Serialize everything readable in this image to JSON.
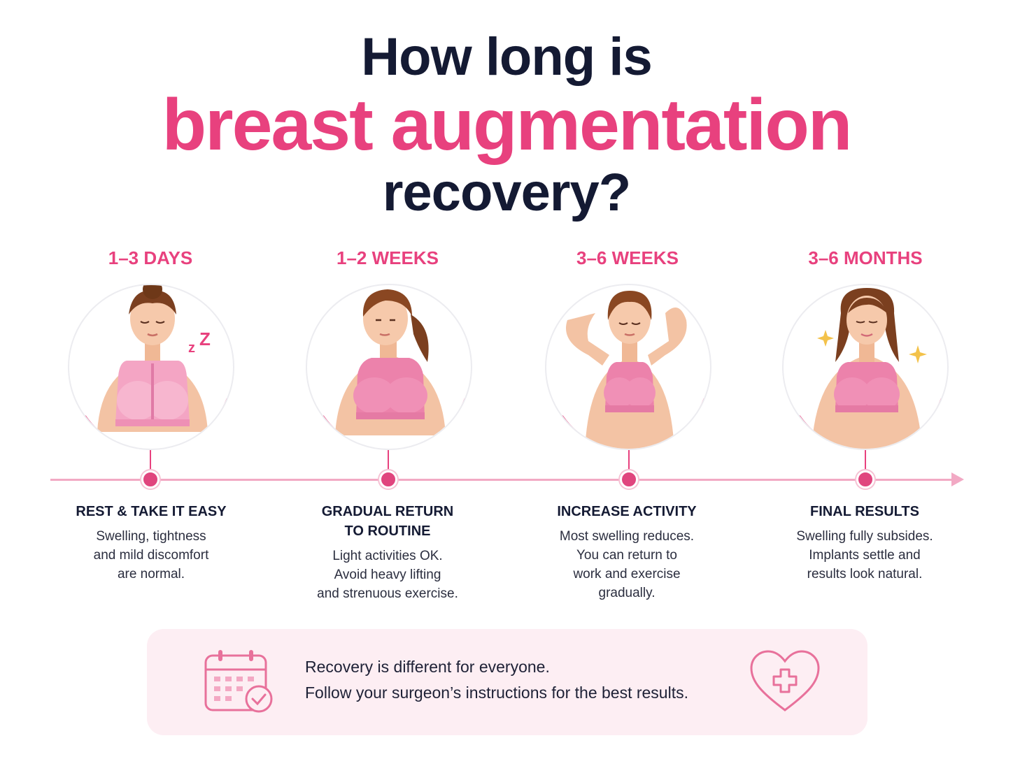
{
  "title": {
    "line1": "How long is",
    "line2": "breast augmentation",
    "line3": "recovery?"
  },
  "colors": {
    "accent": "#e8417e",
    "dark": "#141a33",
    "timeline": "#f2a9c4",
    "note_bg": "#fdeef3"
  },
  "stages": [
    {
      "label": "1–3 DAYS",
      "heading": "REST & TAKE IT EASY",
      "body": "Swelling, tightness\nand mild discomfort\nare normal.",
      "icon": "sleeping-woman-surgical-bra"
    },
    {
      "label": "1–2 WEEKS",
      "heading": "GRADUAL RETURN\nTO ROUTINE",
      "body": "Light activities OK.\nAvoid heavy lifting\nand strenuous exercise.",
      "icon": "woman-ponytail-sports-bra"
    },
    {
      "label": "3–6 WEEKS",
      "heading": "INCREASE ACTIVITY",
      "body": "Most swelling reduces.\nYou can return to\nwork and exercise\ngradually.",
      "icon": "woman-stretching-arms"
    },
    {
      "label": "3–6 MONTHS",
      "heading": "FINAL RESULTS",
      "body": "Swelling fully subsides.\nImplants settle and\nresults look natural.",
      "icon": "woman-final-results-sparkles"
    }
  ],
  "note": {
    "text": "Recovery is different for everyone.\nFollow your surgeon’s instructions for the best results.",
    "left_icon": "calendar-check-icon",
    "right_icon": "heart-medical-cross-icon"
  }
}
